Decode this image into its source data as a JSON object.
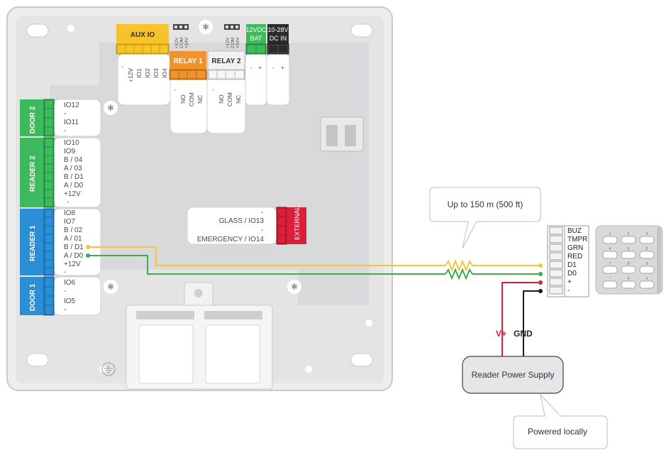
{
  "controller": {
    "aux_io": "AUX IO",
    "aux_io_pins": [
      "-",
      "+12V",
      "IO1",
      "IO2",
      "IO3",
      "IO4"
    ],
    "relay1": "RELAY 1",
    "relay2": "RELAY 2",
    "relay_jumper": [
      "+12V",
      "COM",
      "+24V"
    ],
    "relay_pins": [
      "-",
      "NO",
      "COM",
      "NC"
    ],
    "bat_line1": "12VDC",
    "bat_line2": "BAT",
    "dc_line1": "10-28V",
    "dc_line2": "DC IN",
    "power_pins": [
      "-",
      "+"
    ],
    "door2": "DOOR 2",
    "door2_pins": [
      "IO12",
      "-",
      "IO11",
      "-"
    ],
    "reader2": "READER 2",
    "reader2_pins": [
      "IO10",
      "IO9",
      "B / 04",
      "A / 03",
      "B / D1",
      "A / D0",
      "+12V",
      "-"
    ],
    "reader1": "READER 1",
    "reader1_pins": [
      "IO8",
      "IO7",
      "B / 02",
      "A / 01",
      "B / D1",
      "A / D0",
      "+12V",
      "-"
    ],
    "door1": "DOOR 1",
    "door1_pins": [
      "IO6",
      "-",
      "IO5",
      "-"
    ],
    "glass": "GLASS / IO13",
    "emergency": "EMERGENCY / IO14",
    "external": "EXTERNAL",
    "ext_pins": [
      "-",
      "-"
    ]
  },
  "reader_terminals": [
    "BUZ",
    "TMPR",
    "GRN",
    "RED",
    "D1",
    "D0",
    "+",
    "-"
  ],
  "keypad_keys": [
    "1",
    "2",
    "3",
    "4",
    "5",
    "6",
    "7",
    "8",
    "9",
    "*",
    "0",
    "#"
  ],
  "callouts": {
    "distance": "Up to 150 m (500 ft)",
    "power_supply": "Reader Power Supply",
    "powered_locally": "Powered locally"
  },
  "wire_labels": {
    "vplus": "V+",
    "gnd": "GND"
  },
  "colors": {
    "aux": "#f6c32a",
    "relay1": "#f0932b",
    "bat": "#3dbb5a",
    "dc": "#2b2b2b",
    "door": "#3dba5e",
    "reader1": "#2a8fd4",
    "external": "#d8203a",
    "wire_d1": "#f2c634",
    "wire_d0": "#3fae49",
    "wire_vplus": "#d8203a",
    "wire_gnd": "#1a1a1a"
  }
}
